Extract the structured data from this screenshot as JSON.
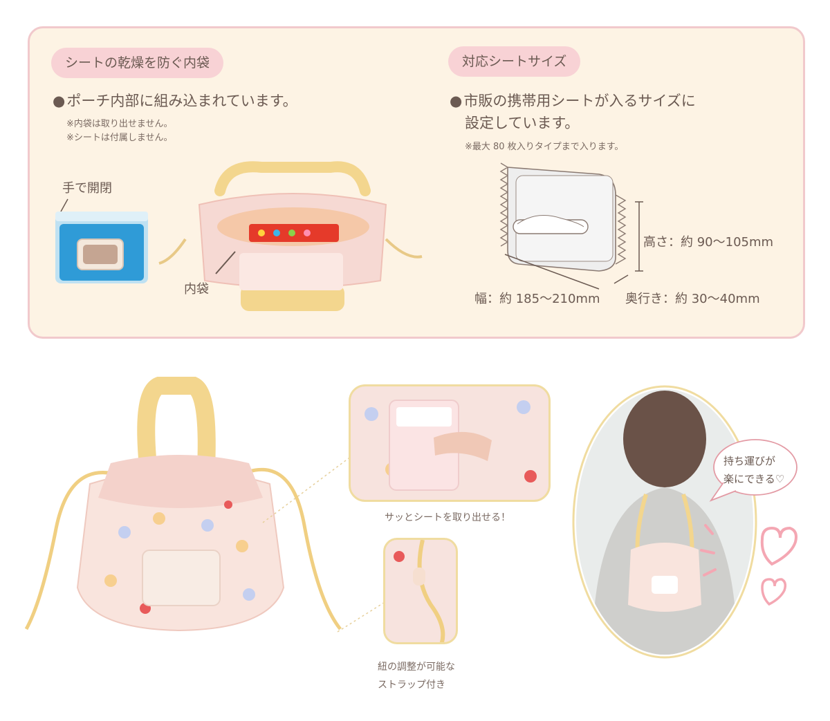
{
  "left_section": {
    "heading": "シートの乾燥を防ぐ内袋",
    "bullet": "ポーチ内部に組み込まれています。",
    "note1": "※内袋は取り出せません。",
    "note2": "※シートは付属しません。",
    "hand_label": "手で開閉",
    "inner_bag_label": "内袋"
  },
  "right_section": {
    "heading": "対応シートサイズ",
    "bullet_line1": "市販の携帯用シートが入るサイズに",
    "bullet_line2": "設定しています。",
    "note": "※最大 80 枚入りタイプまで入ります。",
    "height_label": "高さ：約 90〜105mm",
    "width_label": "幅：約 185〜210mm",
    "depth_label": "奥行き：約 30〜40mm"
  },
  "callouts": {
    "pull_out": "サッとシートを取り出せる！",
    "strap_line1": "紐の調整が可能な",
    "strap_line2": "ストラップ付き",
    "speech_line1": "持ち運びが",
    "speech_line2": "楽にできる♡"
  },
  "colors": {
    "panel_bg": "#fdf3e4",
    "panel_border": "#f1c9cc",
    "pill_bg": "#f8d2d5",
    "text": "#6b5a52",
    "strap": "#f3d68e",
    "heart": "#f4a7b3"
  }
}
